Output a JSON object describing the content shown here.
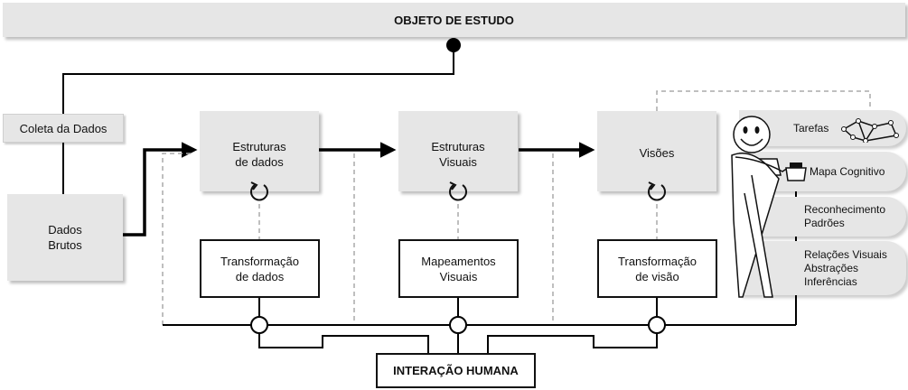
{
  "title": "OBJETO DE ESTUDO",
  "collect_label": "Coleta da Dados",
  "raw_data_label": "Dados\nBrutos",
  "structures": [
    {
      "label": "Estruturas\nde dados"
    },
    {
      "label": "Estruturas\nVisuais"
    },
    {
      "label": "Visões"
    }
  ],
  "transforms": [
    {
      "label": "Transformação\nde dados"
    },
    {
      "label": "Mapeamentos\nVisuais"
    },
    {
      "label": "Transformação\nde visão"
    }
  ],
  "cognition": [
    {
      "label": "Tarefas"
    },
    {
      "label": "Mapa Cognitivo"
    },
    {
      "label": "Reconhecimento\nPadrões"
    },
    {
      "label": "Relações Visuais\nAbstrações\nInferências"
    }
  ],
  "human_interaction": "INTERAÇÃO HUMANA",
  "icons": [
    "refresh-icon",
    "graph-icon",
    "smiley-person-icon"
  ]
}
